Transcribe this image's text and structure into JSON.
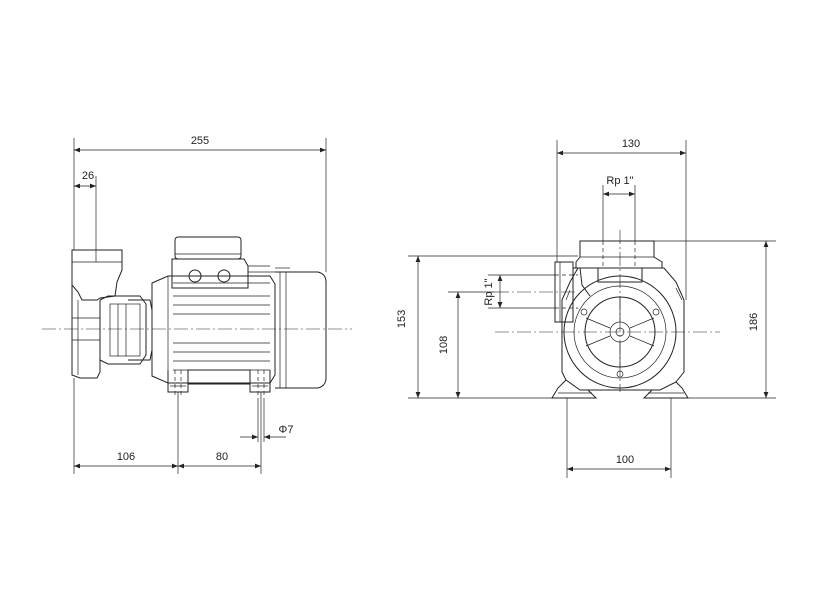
{
  "dimensions": {
    "side_view": {
      "overall_length": "255",
      "suction_offset": "26",
      "foot_to_axis_left": "106",
      "foot_spacing": "80",
      "bolt_hole": "Φ7"
    },
    "front_view": {
      "width_top": "130",
      "outlet_thread": "Rp 1\"",
      "inlet_thread": "Rp 1\"",
      "height_to_outlet": "153",
      "shaft_height": "108",
      "overall_height": "186",
      "foot_width": "100"
    }
  }
}
